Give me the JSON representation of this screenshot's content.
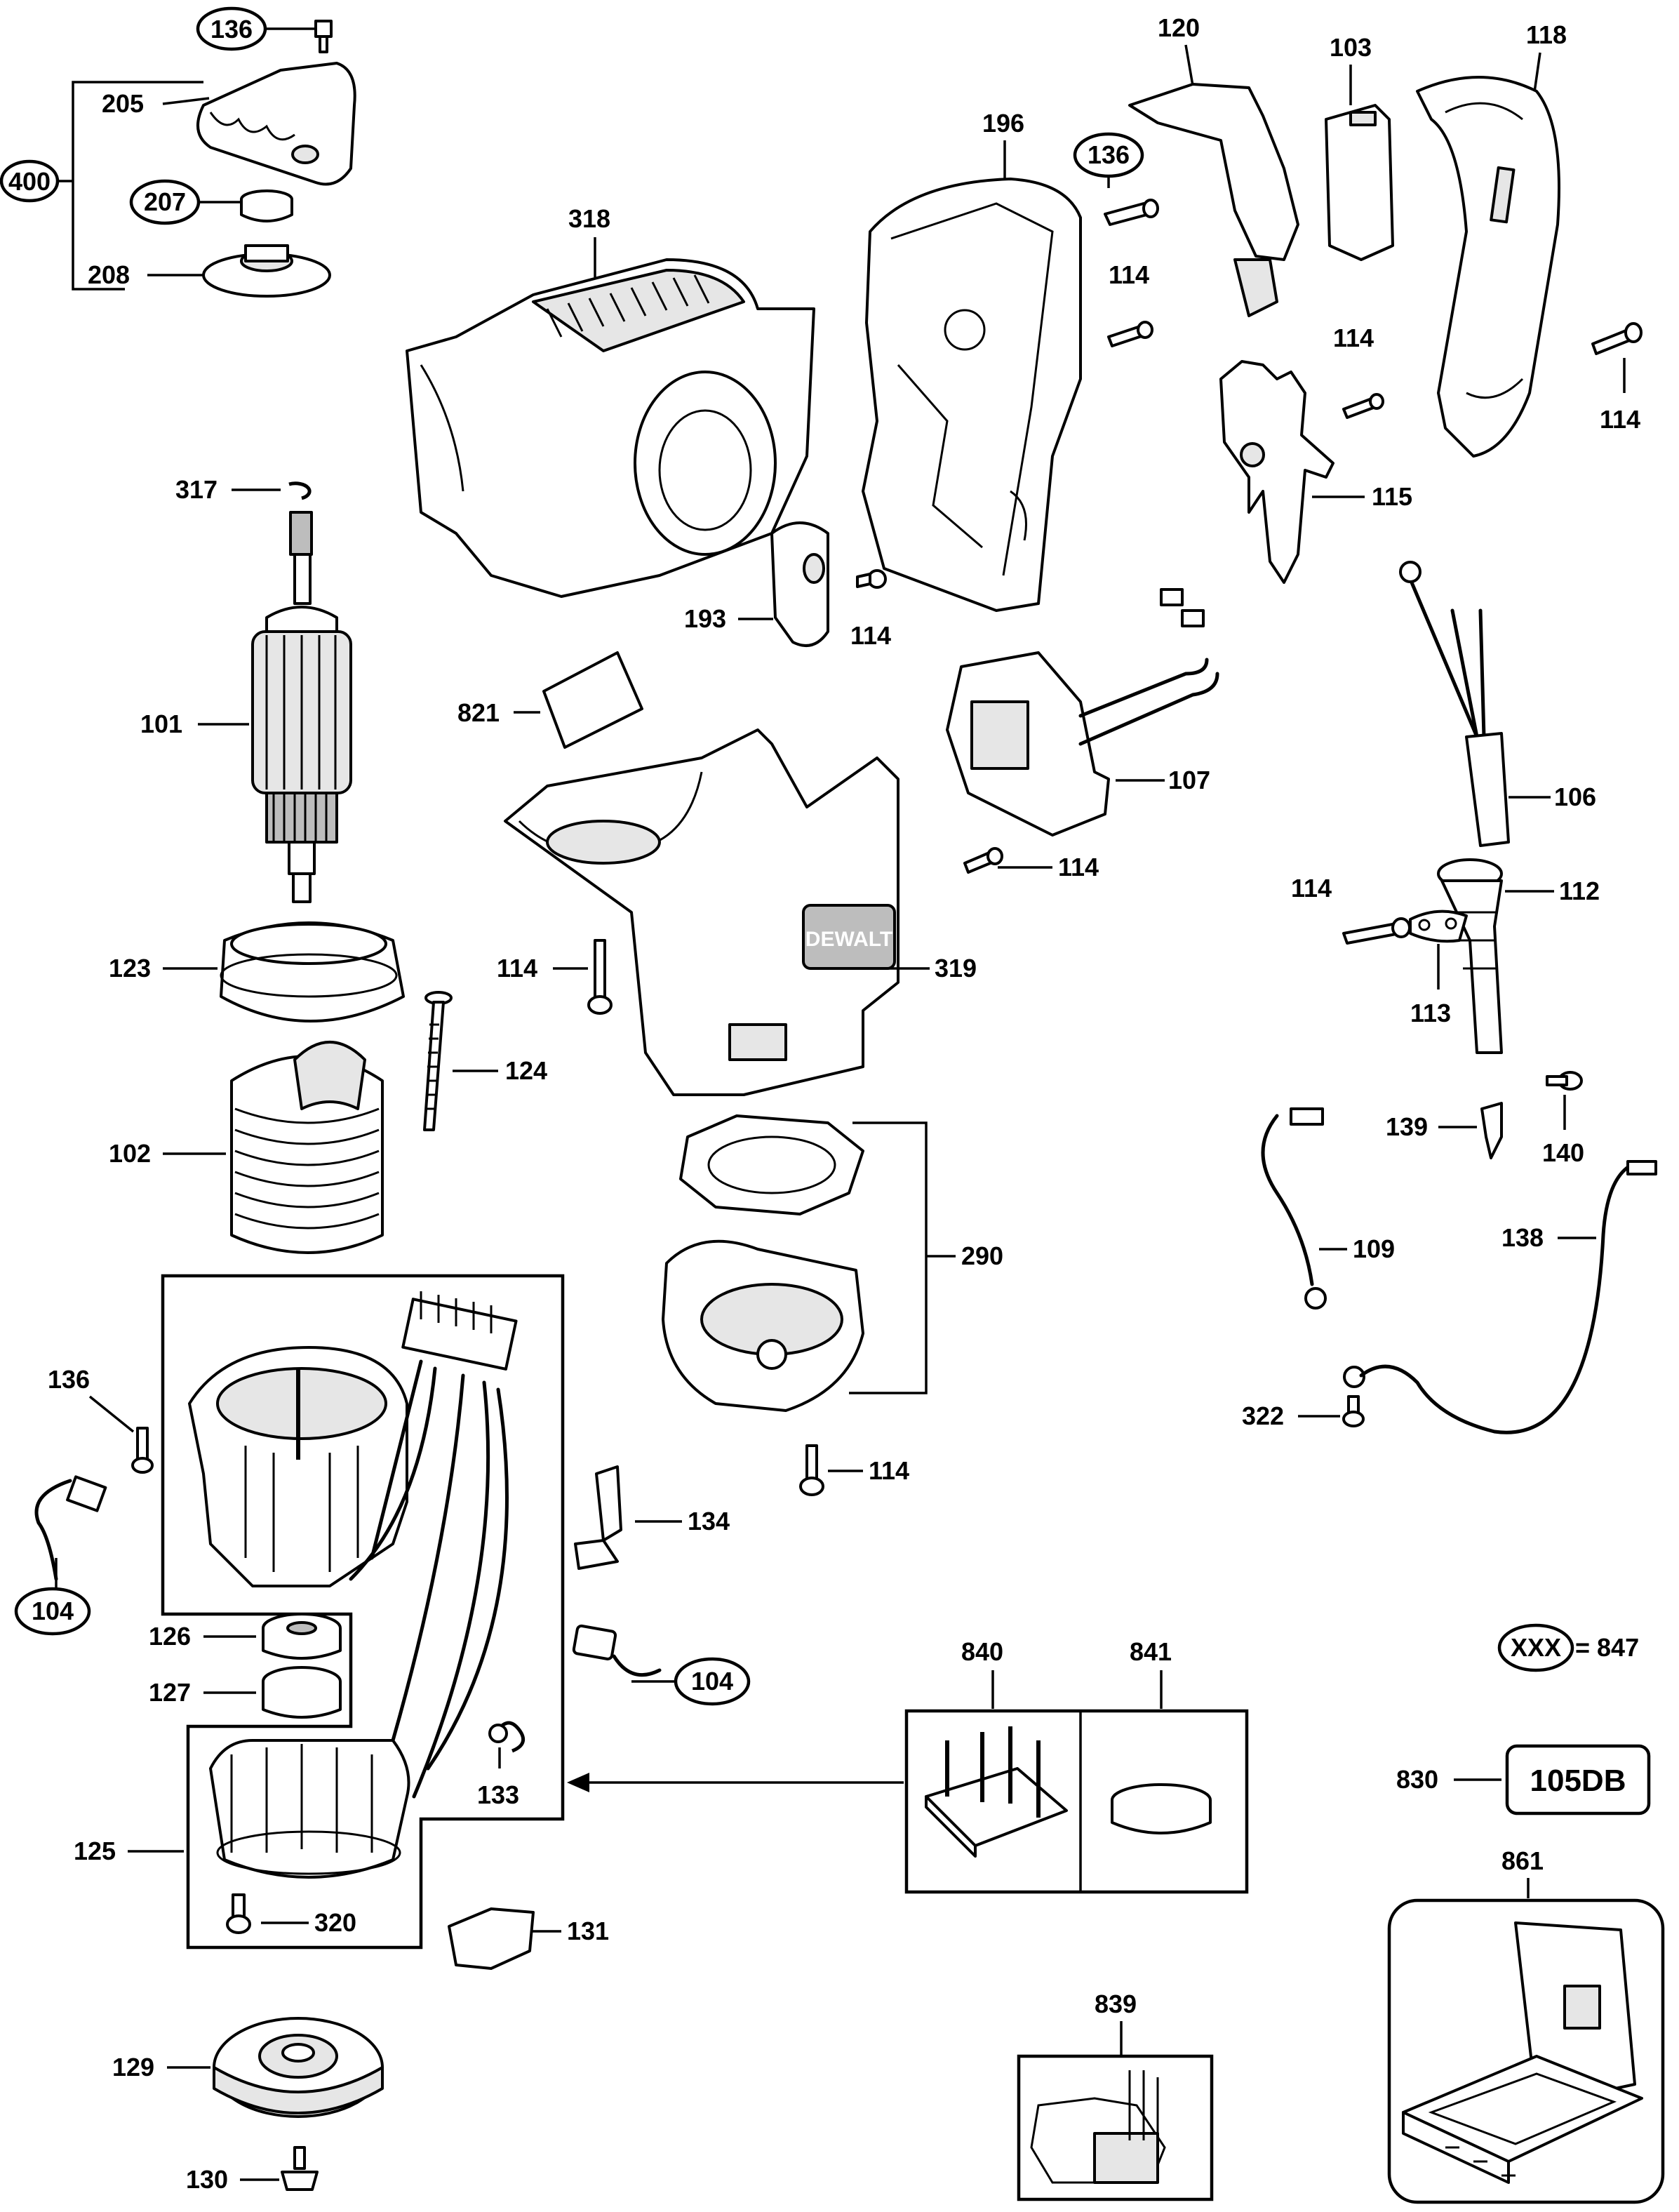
{
  "callouts": {
    "c136a": "136",
    "c205": "205",
    "c400": "400",
    "c207": "207",
    "c208": "208",
    "c318": "318",
    "c196": "196",
    "c136b": "136",
    "c120": "120",
    "c103": "103",
    "c118": "118",
    "c114a": "114",
    "c114b": "114",
    "c114c": "114",
    "c115": "115",
    "c317": "317",
    "c101": "101",
    "c193": "193",
    "c114d": "114",
    "c821": "821",
    "c107": "107",
    "c114e": "114",
    "c106": "106",
    "c123": "123",
    "c114f": "114",
    "c319": "319",
    "c114g": "114",
    "c112": "112",
    "c113": "113",
    "c124": "124",
    "c102": "102",
    "c290": "290",
    "c139": "139",
    "c140": "140",
    "c109": "109",
    "c138": "138",
    "c322": "322",
    "c136c": "136",
    "c104a": "104",
    "c114h": "114",
    "c134": "134",
    "c126": "126",
    "c127": "127",
    "c104b": "104",
    "c133": "133",
    "c840": "840",
    "c841": "841",
    "c125": "125",
    "c320": "320",
    "c131": "131",
    "c129": "129",
    "c130": "130",
    "c839": "839",
    "c830": "830",
    "c861": "861"
  },
  "legend": {
    "symbol": "XXX",
    "equals": "= 847"
  },
  "tag830": {
    "text": "105DB"
  },
  "brand_mark": {
    "text": "DEWALT"
  }
}
